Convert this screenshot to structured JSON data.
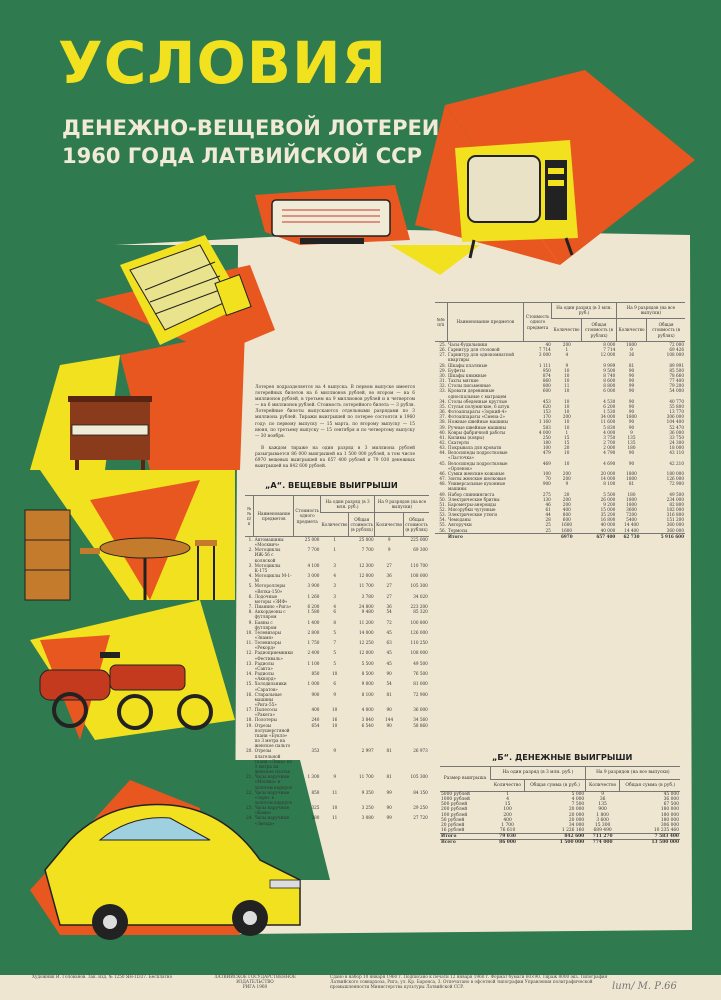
{
  "title": "УСЛОВИЯ",
  "subtitle_line1": "ДЕНЕЖНО-ВЕЩЕВОЙ ЛОТЕРЕИ",
  "subtitle_line2": "1960 ГОДА ЛАТВИЙСКОЙ ССР",
  "intro_paragraph": "Лотерея подразделяется на 4 выпуска. В первом выпуске имеется лотерейных билетов на 6 миллионов рублей, во втором — на 6 миллионов рублей, в третьем на 9 миллионов рублей и в четвертом — на 6 миллионов рублей. Стоимость лотерейного билета — 3 рубля. Лотерейные билеты выпускаются отдельными разрядами по 3 миллиона рублей. Тиражи выигрышей по лотерее состоятся в 1960 году: по первому выпуску — 15 марта, по второму выпуску — 15 июня, по третьему выпуску — 15 сентября и по четвертому выпуску — 30 ноября.",
  "intro_paragraph2": "В каждом тираже на один разряд в 3 миллиона рублей разыгрывается 86 000 выигрышей на 1 500 000 рублей, в том числе 6970 вещевых выигрышей на 657 400 рублей и 79 030 денежных выигрышей на 842 600 рублей.",
  "section_a_title": "„А“. ВЕЩЕВЫЕ ВЫИГРЫШИ",
  "section_b_title": "„Б“. ДЕНЕЖНЫЕ ВЫИГРЫШИ",
  "table_headers": {
    "num": "№№ п/п",
    "name": "Наименование предметов",
    "price": "Стоимость одного предмета",
    "grp1": "На один разряд (в 3 млн. руб.)",
    "grp2": "На 9 разрядов (на все выпуски)",
    "qty": "Количество",
    "cost": "Общая стоимость (в рублях)"
  },
  "table_a_rows": [
    [
      "1.",
      "Автомашины «Москвич»",
      "25 000",
      "1",
      "25 000",
      "9",
      "225 000"
    ],
    [
      "2.",
      "Мотоциклы ИЖ-56 с коляской",
      "7 700",
      "1",
      "7 700",
      "9",
      "69 300"
    ],
    [
      "3.",
      "Мотоциклы К-175",
      "4 100",
      "3",
      "12 300",
      "27",
      "110 700"
    ],
    [
      "4.",
      "Мотоциклы М-1-М",
      "3 000",
      "4",
      "12 000",
      "36",
      "108 000"
    ],
    [
      "5.",
      "Мотороллеры «Вятка-150»",
      "3 900",
      "3",
      "11 700",
      "27",
      "105 300"
    ],
    [
      "6.",
      "Лодочные моторы «ЗИФ»",
      "1 260",
      "3",
      "3 780",
      "27",
      "34 020"
    ],
    [
      "7.",
      "Пианино «Рига»",
      "6 200",
      "4",
      "24 800",
      "36",
      "223 200"
    ],
    [
      "8.",
      "Аккордеоны с футляром",
      "1 580",
      "6",
      "9 480",
      "54",
      "85 320"
    ],
    [
      "9.",
      "Баяны с футляром",
      "1 400",
      "8",
      "11 200",
      "72",
      "100 800"
    ],
    [
      "10.",
      "Телевизоры «Знамя»",
      "2 800",
      "5",
      "14 000",
      "45",
      "126 000"
    ],
    [
      "11.",
      "Телевизоры «Рекорд»",
      "1 750",
      "7",
      "12 250",
      "63",
      "110 250"
    ],
    [
      "12.",
      "Радиоприемники «Фестиваль»",
      "2 400",
      "5",
      "12 000",
      "45",
      "108 000"
    ],
    [
      "13.",
      "Радиолы «Сакта»",
      "1 100",
      "5",
      "5 500",
      "45",
      "49 500"
    ],
    [
      "14.",
      "Радиолы «Аккорд»",
      "850",
      "10",
      "8 500",
      "90",
      "76 500"
    ],
    [
      "15.",
      "Холодильники «Саратов»",
      "1 000",
      "6",
      "9 000",
      "54",
      "81 000"
    ],
    [
      "16.",
      "Стиральные машины «Рига-55»",
      "900",
      "9",
      "8 100",
      "81",
      "72 900"
    ],
    [
      "17.",
      "Пылесосы «Ракета»",
      "400",
      "10",
      "4 000",
      "90",
      "36 000"
    ],
    [
      "18.",
      "Полотеры",
      "240",
      "16",
      "3 840",
      "144",
      "34 560"
    ],
    [
      "19.",
      "Отрезы полушерстяной ткани «Буклэ» по 3 метра на женское пальто",
      "654",
      "10",
      "6 540",
      "90",
      "58 860"
    ],
    [
      "20.",
      "Отрезы плательной ткани «Лика» по 3 метра на женское платье",
      "353",
      "9",
      "2 997",
      "81",
      "26 973"
    ],
    [
      "21.",
      "Часы наручные «Москва» в золотом корпусе",
      "1 300",
      "9",
      "11 700",
      "81",
      "105 300"
    ],
    [
      "22.",
      "Часы наручные «Заря» в золотом корпусе",
      "850",
      "11",
      "9 350",
      "99",
      "84 150"
    ],
    [
      "23.",
      "Часы наручные «Кама»",
      "325",
      "10",
      "3 250",
      "90",
      "29 250"
    ],
    [
      "24.",
      "Часы наручные «Звезда»",
      "280",
      "11",
      "3 080",
      "99",
      "27 720"
    ]
  ],
  "table_c_rows": [
    [
      "25.",
      "Часы-будильники",
      "40",
      "200",
      "8 000",
      "1800",
      "72 000"
    ],
    [
      "26.",
      "Гарнитур для столовой",
      "7 714",
      "1",
      "7 714",
      "9",
      "69 426"
    ],
    [
      "27.",
      "Гарнитур для однокомнатной квартиры",
      "3 000",
      "4",
      "12 000",
      "36",
      "108 000"
    ],
    [
      "28.",
      "Шкафы платяные",
      "1 111",
      "9",
      "9 999",
      "81",
      "89 991"
    ],
    [
      "29.",
      "Буфеты",
      "950",
      "10",
      "9 500",
      "90",
      "85 500"
    ],
    [
      "30.",
      "Шкафы книжные",
      "874",
      "10",
      "8 740",
      "90",
      "78 660"
    ],
    [
      "31.",
      "Тахты мягкие",
      "860",
      "10",
      "8 600",
      "90",
      "77 400"
    ],
    [
      "32.",
      "Столы письменные",
      "800",
      "11",
      "8 800",
      "99",
      "79 200"
    ],
    [
      "33.",
      "Кровати деревянные односпальные с матрацем",
      "600",
      "10",
      "6 000",
      "90",
      "54 000"
    ],
    [
      "34.",
      "Столы обеденные круглые",
      "453",
      "10",
      "4 530",
      "90",
      "40 770"
    ],
    [
      "35.",
      "Стулья полумягкие, 6 штук",
      "620",
      "10",
      "6 200",
      "90",
      "55 800"
    ],
    [
      "36.",
      "Фотоаппараты «Зоркий-4»",
      "153",
      "10",
      "1 530",
      "90",
      "13 770"
    ],
    [
      "37.",
      "Фотоаппараты «Смена-2»",
      "170",
      "200",
      "34 000",
      "1800",
      "306 000"
    ],
    [
      "38.",
      "Ножные швейные машины",
      "1 160",
      "10",
      "11 600",
      "90",
      "104 400"
    ],
    [
      "39.",
      "Ручные швейные машины",
      "583",
      "10",
      "5 830",
      "90",
      "52 470"
    ],
    [
      "40.",
      "Ковры фабричной работы",
      "4 000",
      "1",
      "4 000",
      "9",
      "36 000"
    ],
    [
      "41.",
      "Килимы (ковры)",
      "250",
      "15",
      "3 750",
      "135",
      "33 750"
    ],
    [
      "42.",
      "Скатерти",
      "180",
      "15",
      "2 700",
      "135",
      "24 300"
    ],
    [
      "43.",
      "Покрывала для кровати",
      "100",
      "20",
      "2 000",
      "180",
      "18 000"
    ],
    [
      "44.",
      "Велосипеды подростковые «Ласточка»",
      "479",
      "10",
      "4 790",
      "90",
      "43 110"
    ],
    [
      "45.",
      "Велосипеды подростковые «Орленок»",
      "469",
      "10",
      "4 690",
      "90",
      "42 210"
    ],
    [
      "46.",
      "Сумки женские кожаные",
      "100",
      "200",
      "20 000",
      "1800",
      "180 000"
    ],
    [
      "47.",
      "Зонты женские шелковые",
      "70",
      "200",
      "14 000",
      "1800",
      "126 000"
    ],
    [
      "48.",
      "Универсальные кухонные машины",
      "900",
      "9",
      "8 100",
      "81",
      "72 900"
    ],
    [
      "49.",
      "Набор спиннингиста",
      "275",
      "20",
      "5 500",
      "180",
      "49 500"
    ],
    [
      "50.",
      "Электрические бритвы",
      "130",
      "200",
      "26 000",
      "1800",
      "234 000"
    ],
    [
      "51.",
      "Барометры-анероиды",
      "46",
      "200",
      "9 200",
      "1800",
      "82 800"
    ],
    [
      "52.",
      "Мясорубки чугунные",
      "61",
      "400",
      "15 000",
      "3600",
      "182 000"
    ],
    [
      "53.",
      "Электрические утюги",
      "44",
      "800",
      "35 200",
      "7200",
      "316 800"
    ],
    [
      "54.",
      "Чемоданы",
      "28",
      "600",
      "16 800",
      "5400",
      "151 200"
    ],
    [
      "55.",
      "Авторучки",
      "25",
      "1600",
      "40 000",
      "14 400",
      "360 000"
    ],
    [
      "56.",
      "Термосы",
      "25",
      "1600",
      "40 000",
      "14 400",
      "360 000"
    ]
  ],
  "table_c_total": [
    "",
    "Итого",
    "",
    "6970",
    "657 400",
    "62 730",
    "5 916 600"
  ],
  "table_b_headers": {
    "size": "Размер выигрыша",
    "grp1": "На один разряд (в 3 млн. руб.)",
    "grp2": "На 9 разрядов (на все выпуски)",
    "qty": "Количество",
    "sum": "Общая сумма (в руб.)"
  },
  "table_b_rows": [
    [
      "5000 рублей",
      "1",
      "5 000",
      "9",
      "45 000"
    ],
    [
      "1000 рублей",
      "4",
      "4 000",
      "36",
      "36 000"
    ],
    [
      "500 рублей",
      "15",
      "7 500",
      "135",
      "67 500"
    ],
    [
      "200 рублей",
      "100",
      "20 000",
      "900",
      "180 000"
    ],
    [
      "100 рублей",
      "200",
      "20 000",
      "1 800",
      "180 000"
    ],
    [
      "50 рублей",
      "400",
      "20 000",
      "3 600",
      "180 000"
    ],
    [
      "20 рублей",
      "1 700",
      "34 000",
      "15 300",
      "306 000"
    ],
    [
      "16 рублей",
      "76 610",
      "1 226 160",
      "689 490",
      "10 235 460"
    ]
  ],
  "table_b_total": [
    "Итого",
    "79 030",
    "842 600",
    "711 270",
    "7 583 400"
  ],
  "table_b_grand": [
    "Всего",
    "86 000",
    "1 500 000",
    "774 000",
    "13 500 000"
  ],
  "footer_left": "Художник И. Голованов.  Зак. изд. № 1250 ЯН-П337. Бесплатно",
  "footer_center_1": "ЛАТВИЙСКОЕ ГОСУДАРСТВЕННОЕ ИЗДАТЕЛЬСТВО",
  "footer_center_2": "РИГА 1960",
  "footer_right": "Сдано в набор 10 января 1960 г. Подписано к печати 12 января 1960 г. Формат бумаги 60×90. Тираж 8000 экз. Типография Латвийского совнархоза, Рига, ул. Кр. Баронса, 3. Отпечатано в офсетной типографии Управления полиграфической промышленности Министерства культуры Латвийской ССР.",
  "signature": "lum/ М. Р.66"
}
